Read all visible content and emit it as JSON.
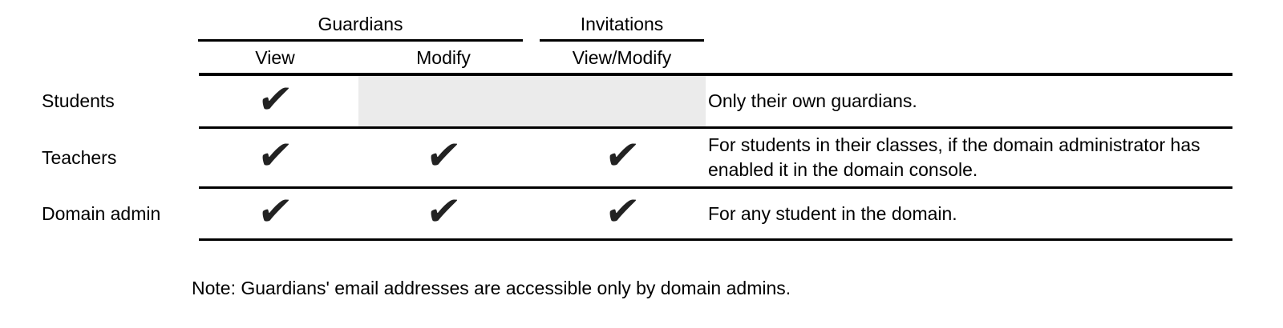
{
  "table": {
    "column_groups": [
      {
        "label": "Guardians"
      },
      {
        "label": "Invitations"
      }
    ],
    "column_headers": [
      "View",
      "Modify",
      "View/Modify"
    ],
    "rows": [
      {
        "label": "Students",
        "checks": [
          "✔",
          "",
          ""
        ],
        "shaded_no_access": true,
        "note": "Only their own guardians."
      },
      {
        "label": "Teachers",
        "checks": [
          "✔",
          "✔",
          "✔"
        ],
        "shaded_no_access": false,
        "note": "For students in their classes, if the domain administrator has enabled it in the domain console."
      },
      {
        "label": "Domain admin",
        "checks": [
          "✔",
          "✔",
          "✔"
        ],
        "shaded_no_access": false,
        "note": "For any student in the domain."
      }
    ],
    "footnote": "Note: Guardians' email addresses are accessible only by domain admins."
  },
  "colors": {
    "background": "#ffffff",
    "text": "#000000",
    "rule": "#000000",
    "check": "#222222",
    "shaded_cell": "#ebebeb"
  }
}
